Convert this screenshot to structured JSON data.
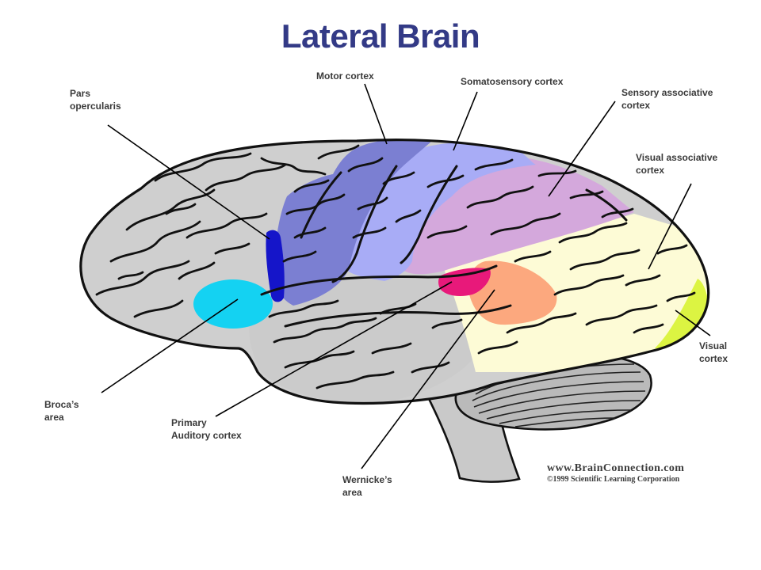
{
  "title": "Lateral Brain",
  "labels": {
    "motor": [
      "Motor cortex"
    ],
    "somatosensory": [
      "Somatosensory cortex"
    ],
    "pars": [
      "Pars",
      "opercularis"
    ],
    "sensory_assoc": [
      "Sensory associative",
      "cortex"
    ],
    "visual_assoc": [
      "Visual associative",
      "cortex"
    ],
    "visual": [
      "Visual",
      "cortex"
    ],
    "broca": [
      "Broca’s",
      "area"
    ],
    "auditory": [
      "Primary",
      "Auditory cortex"
    ],
    "wernicke": [
      "Wernicke’s",
      "area"
    ]
  },
  "credit": {
    "site": "www.BrainConnection.com",
    "copyright": "©1999 Scientific Learning Corporation"
  },
  "colors": {
    "title": "#333a86",
    "frontal": "#cfcfcf",
    "temporal": "#cbcbcb",
    "motor": "#7b7fd2",
    "somatosensory": "#a8acf6",
    "sensory_associative": "#d4a8dc",
    "visual_associative": "#fdfbd6",
    "visual": "#dcf442",
    "broca": "#14d2f2",
    "pars_opercularis": "#1515c9",
    "primary_auditory": "#e8197a",
    "wernicke": "#fca87e",
    "cerebellum": "#bababa",
    "brainstem": "#c9c9c9"
  }
}
